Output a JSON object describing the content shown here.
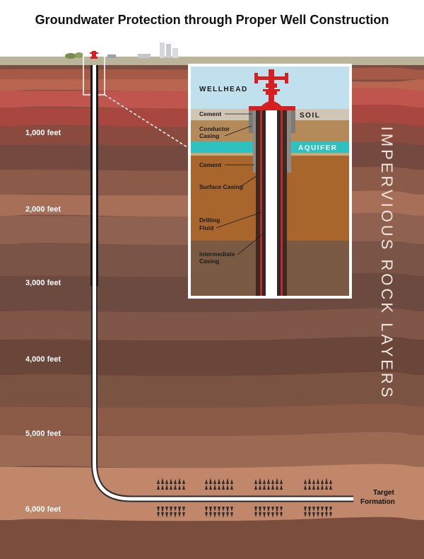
{
  "title": "Groundwater Protection through Proper Well Construction",
  "depth_labels": [
    "1,000 feet",
    "2,000 feet",
    "3,000 feet",
    "4,000 feet",
    "5,000 feet",
    "6,000 feet"
  ],
  "side_label": "IMPERVIOUS ROCK LAYERS",
  "target_label": [
    "Target",
    "Formation"
  ],
  "inset": {
    "wellhead": "WELLHEAD",
    "soil": "SOIL",
    "aquifer": "AQUIFER",
    "cement_top": "Cement",
    "conductor_casing": [
      "Conductor",
      "Casing"
    ],
    "cement_lower": "Cement",
    "surface_casing": "Surface Casing",
    "drilling_fluid": [
      "Drilling",
      "Fluid"
    ],
    "intermediate_casing": [
      "Intermediate",
      "Casing"
    ]
  },
  "colors": {
    "casing_red": "#d42020",
    "aquifer": "#2fc1c0",
    "soil": "#cfc6b6",
    "sky": "#bfe0ec",
    "well_pipe": "#ffffff"
  }
}
